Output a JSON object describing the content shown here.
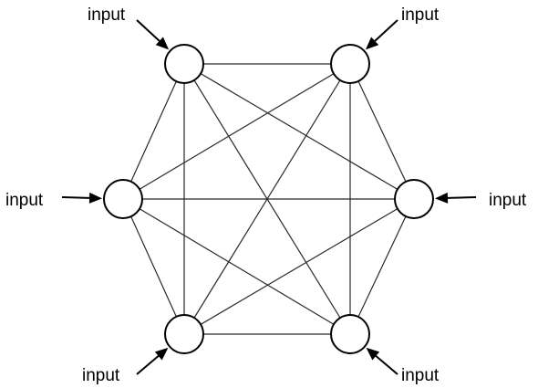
{
  "diagram": {
    "type": "fully-connected network",
    "node_count": 6,
    "edges": "all-pairs",
    "colors": {
      "line": "#2a2a2a",
      "node_fill": "#ffffff",
      "node_stroke": "#000000"
    },
    "inputs": [
      {
        "node": "top-left",
        "label": "input"
      },
      {
        "node": "top-right",
        "label": "input"
      },
      {
        "node": "middle-left",
        "label": "input"
      },
      {
        "node": "middle-right",
        "label": "input"
      },
      {
        "node": "bottom-left",
        "label": "input"
      },
      {
        "node": "bottom-right",
        "label": "input"
      }
    ]
  }
}
